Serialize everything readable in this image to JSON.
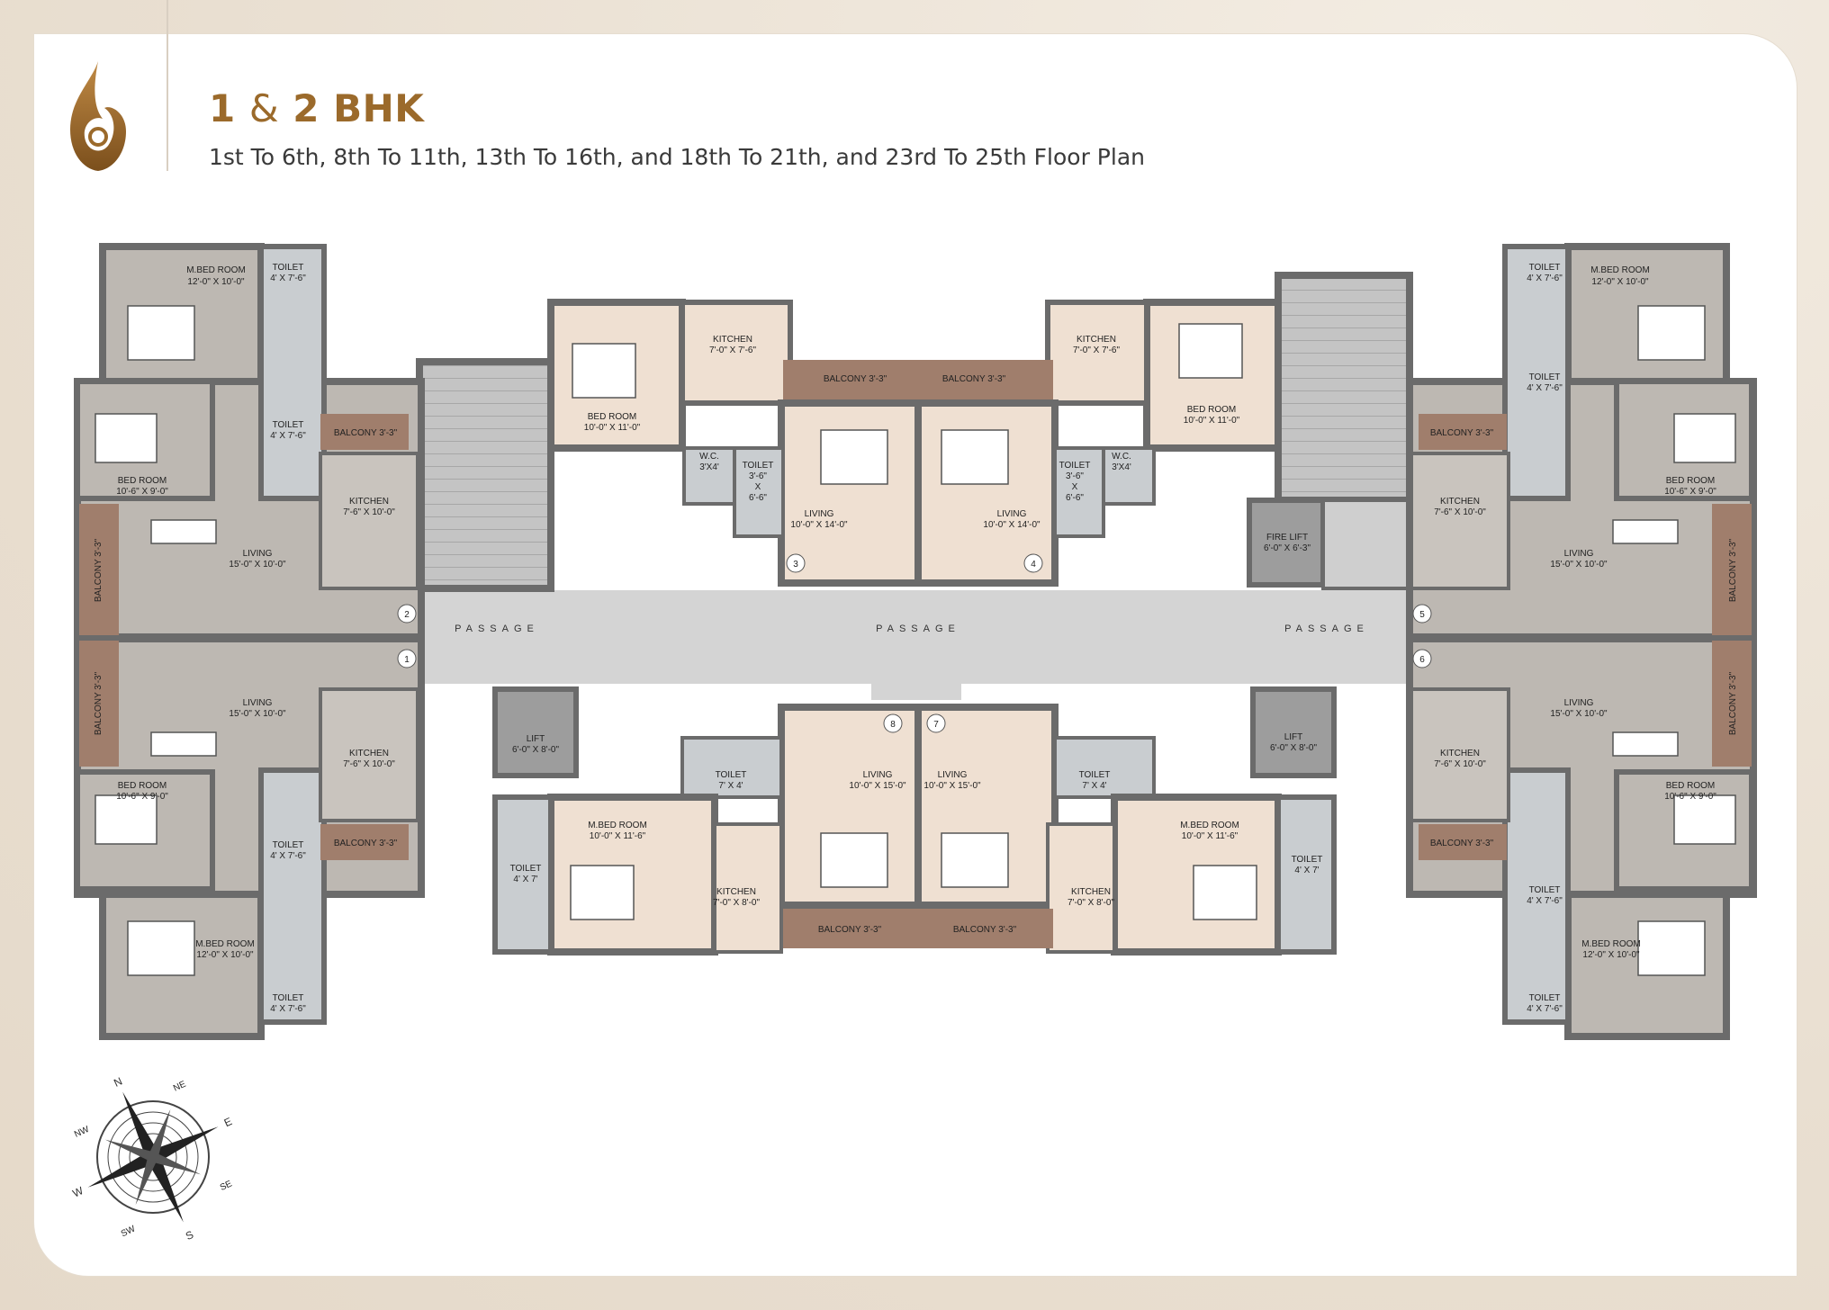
{
  "header": {
    "title_part1": "1",
    "title_amp": "&",
    "title_part2": "2 BHK",
    "subtitle": "1st To 6th, 8th To 11th, 13th To 16th, and 18th To 21th, and 23rd To 25th Floor Plan"
  },
  "colors": {
    "brand": "#9b6a2b",
    "wall": "#6b6b6b",
    "room_grey": "#bdb8b2",
    "room_beige": "#efe0d2",
    "balcony": "#a07e6c",
    "passage": "#d4d4d4",
    "lift": "#9d9d9d",
    "toilet": "#c9cdd0"
  },
  "plan": {
    "passage_label": "PASSAGE",
    "flat_numbers": [
      "1",
      "2",
      "3",
      "4",
      "5",
      "6",
      "7",
      "8"
    ],
    "rooms": {
      "mbed": "M.BED ROOM",
      "mbed_dim": "12'-0\" X 10'-0\"",
      "bed": "BED ROOM",
      "bed_dim": "10'-6\" X 9'-0\"",
      "toilet": "TOILET",
      "toilet_dim": "4' X 7'-6\"",
      "living": "LIVING",
      "living_dim": "15'-0\" X 10'-0\"",
      "kitchen": "KITCHEN",
      "kitchen_dim": "7'-6\" X 10'-0\"",
      "balcony": "BALCONY 3'-3\"",
      "lift": "LIFT",
      "lift_dim": "6'-0\" X 8'-0\"",
      "fire_lift": "FIRE LIFT",
      "fire_lift_dim": "6'-0\" X 6'-3\"",
      "wc": "W.C.",
      "wc_dim": "3'X4'",
      "c_toilet_dim1": "3'-6\"",
      "c_toilet_dim2": "X",
      "c_toilet_dim3": "6'-6\"",
      "c_kitchen_dim": "7'-0\" X 7'-6\"",
      "c_bed_dim": "10'-0\" X 11'-0\"",
      "c_living_dim": "10'-0\" X 14'-0\"",
      "b_living_dim": "10'-0\" X 15'-0\"",
      "b_mbed_dim": "10'-0\" X 11'-6\"",
      "b_toilet_dim": "7' X 4'",
      "b_kitchen_dim": "7'-0\" X 8'-0\"",
      "b_toilet2_dim": "4' X 7'"
    }
  },
  "compass": {
    "n": "N",
    "s": "S",
    "e": "E",
    "w": "W",
    "nw": "NW",
    "ne": "NE",
    "sw": "SW",
    "se": "SE"
  }
}
